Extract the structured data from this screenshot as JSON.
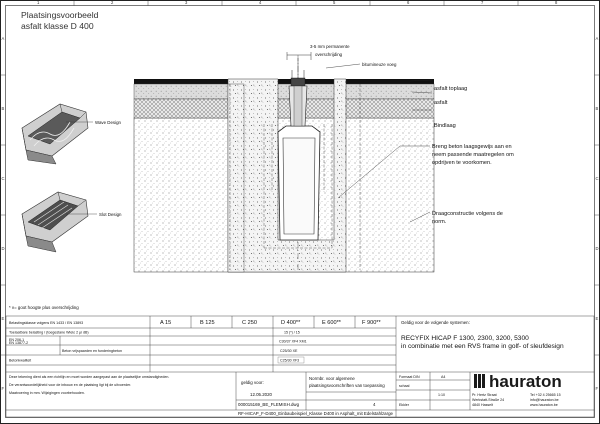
{
  "drawing": {
    "title_line1": "Plaatsingsvoorbeeld",
    "title_line2": "asfalt klasse D 400",
    "dim_label_1": "3-5 mm permanente",
    "dim_label_2": "overschrijding",
    "footnote": "* v= goot hoogte plus overschrijding"
  },
  "callouts": {
    "bitumen": "bitumineuze voeg",
    "asfalt_toplaag": "asfalt toplaag",
    "asfalt": "asfalt",
    "bindlaag": "Bindlaag",
    "beton_1": "Breng beton laagsgewijs aan en",
    "beton_2": "neem passende maatregelen om",
    "beton_3": "opdrijven te voorkomen.",
    "draag_1": "Draagconstructie volgens de",
    "draag_2": "norm."
  },
  "product_views": {
    "wave": "Wave Design",
    "slot": "Slot Design"
  },
  "grid": {
    "columns": [
      "1",
      "2",
      "3",
      "4",
      "5",
      "6",
      "7",
      "8"
    ],
    "rows": [
      "A",
      "B",
      "C",
      "D",
      "E",
      "F"
    ]
  },
  "title_block": {
    "row1_label": "Belastingsklasse volgens EN 1433 / EN 13893",
    "classes": [
      "A 15",
      "B 125",
      "C 250",
      "D 400**",
      "E 600**",
      "F 900**"
    ],
    "row2_label": "Toelaatbare belasting / (toegestane Wiel≤ 2 µi dB)",
    "row2_val": "15 (*) / 15",
    "row3a": "EN 206-1",
    "row3b": "EN 13877-2",
    "row3_val": "C30/37 XF4 XM1",
    "row4_label": "Beton vrijspaarden en funderingbeton",
    "row4_val": "C25/30 XE",
    "row5_label": "Betonkwaliteit",
    "row5_val": "C25/30 XF3",
    "system_label": "Geldig voor de volgende systemen:",
    "system_1": "RECYFIX HICAP F 1300, 2300, 3200, 5300",
    "system_2": "in combinatie met een RVS frame in golf- of sleufdesign",
    "note_1": "Deze tekening dient als een richtlijn en moet worden aangepast aan de plaatselijke omstandigheden.",
    "note_2": "De verantwoordelijkheid voor de inbouw en de plaatsing ligt bij de uitvoerder.",
    "note_3": "Maatvoering in mm. Wijzigingen voorbehouden.",
    "valid_label": "geldig voor:",
    "date": "12.05.2020",
    "desc_1": "Normbr. voor algemene",
    "desc_2": "plaatsingsvoorschriften van toepassing",
    "doc_no": "000015169_BE_FLEMISH.dwg",
    "page": "4",
    "format_label": "Formaat DIN",
    "format_val": "A4",
    "scale_label": "schaal",
    "scale_val": "1:10",
    "lang_label": "Ekkler",
    "brand": "hauraton",
    "addr_1": "Pr. Hertz Straat",
    "addr_2": "Werkstatt-Straße 24",
    "addr_3": "4840 Hasselt",
    "tel": "Tel +32 4 25665 15",
    "mail": "info@hauraton.be",
    "web": "www.hauraton.be",
    "filename": "RF-HICAP_F-D400_Einbaubeispiel_Klasse D400 in Asphalt_mit Edelstahlzarge"
  }
}
